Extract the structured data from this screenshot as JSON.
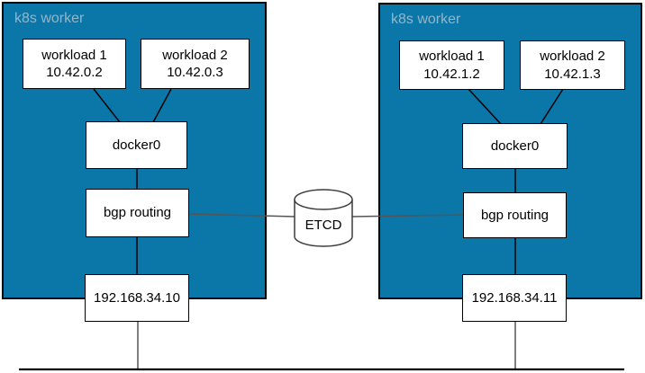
{
  "colors": {
    "worker_fill": "#0b76a8",
    "worker_label_text": "#93b6c9",
    "node_fill": "#ffffff",
    "node_border": "#000000",
    "connector_gray": "#555555"
  },
  "workers": [
    {
      "label": "k8s worker",
      "workloads": [
        {
          "name": "workload 1",
          "ip": "10.42.0.2"
        },
        {
          "name": "workload 2",
          "ip": "10.42.0.3"
        }
      ],
      "bridge_label": "docker0",
      "routing_label": "bgp routing",
      "host_ip": "192.168.34.10"
    },
    {
      "label": "k8s worker",
      "workloads": [
        {
          "name": "workload 1",
          "ip": "10.42.1.2"
        },
        {
          "name": "workload 2",
          "ip": "10.42.1.3"
        }
      ],
      "bridge_label": "docker0",
      "routing_label": "bgp routing",
      "host_ip": "192.168.34.11"
    }
  ],
  "datastore": {
    "label": "ETCD"
  }
}
